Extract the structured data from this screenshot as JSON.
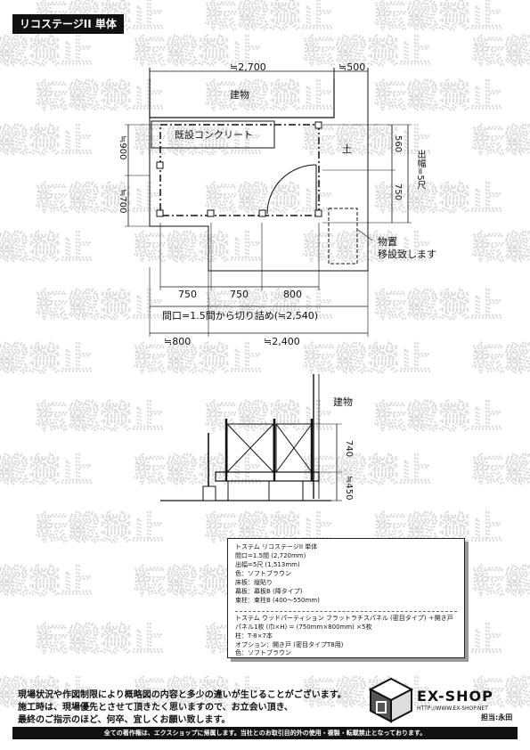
{
  "title": "リコステージII 単体",
  "watermark": "転載禁止",
  "plan": {
    "dims_top": [
      "≒2,700",
      "≒500"
    ],
    "building": "建物",
    "existing_concrete": "既設コンクリート",
    "soil": "土",
    "depth_label": "出幅=5尺",
    "dims_right": [
      "560",
      "750"
    ],
    "dims_left": [
      "≒900",
      "≒700"
    ],
    "storage_note": [
      "物置",
      "移設致します"
    ],
    "dims_bottom": [
      "750",
      "750",
      "800"
    ],
    "frontage_note": "間口=1.5間から切り詰め(≒2,540)",
    "dims_bottom2": [
      "≒800",
      "≒2,400"
    ]
  },
  "elevation": {
    "building": "建物",
    "height": "740",
    "base": "≒450"
  },
  "spec": {
    "lines": [
      "トステム リコステージII 単体",
      "間口=1.5間 (2,720mm)",
      "出幅=5尺 (1,513mm)",
      "色：ソフトブラウン",
      "床板：縦貼り",
      "幕板：幕板B (障タイプ)",
      "束柱：束柱B (400～550mm)",
      "トステム ウッドパーティション フラットラチスパネル (密目タイプ) ＋開き戸",
      "パネル1枚 (巾×H) = (750mm×800mm) ×5枚",
      "柱：T-8×7本",
      "オプション：開き戸 (密目タイプT8用)",
      "色：ソフトブラウン"
    ]
  },
  "notes": [
    "現場状況や作図制限により概略図の内容と多少の違いが生じることがございます。",
    "施工時は、現場優先とさせて頂きたく思いますので、お立会い頂き、",
    "最終のご指示のほど、何卒、宜しくお願い致します。"
  ],
  "logo": {
    "name": "EX-SHOP",
    "url": "HTTP://WWW.EX-SHOP.NET"
  },
  "tantou": "担当:永田",
  "footer": "全ての著作権は、エクスショップに帰属します。当社とのお取引目的外の使用・複製・転載禁止となっております。"
}
